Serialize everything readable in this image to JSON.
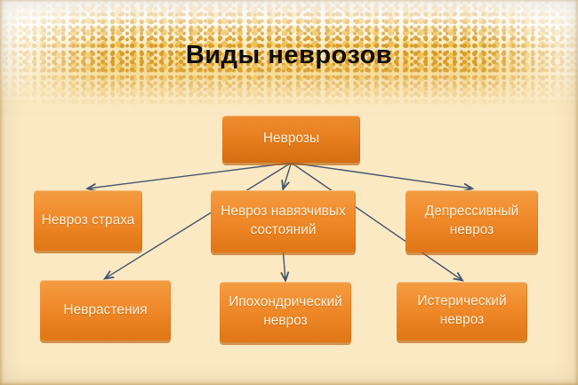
{
  "title": "Виды неврозов",
  "colors": {
    "arrow": "#44546a",
    "node_text": "#faf0da",
    "background_cream": "#fbe9c4",
    "box_orange_top": "#f59d42",
    "box_orange_bottom": "#e07616",
    "foam_gold": "#e2a93e"
  },
  "diagram": {
    "nodes": {
      "root": {
        "label": "Неврозы"
      },
      "fear": {
        "label": "Невроз страха"
      },
      "obsessive": {
        "label": "Невроз навязчивых состояний"
      },
      "depressive": {
        "label": "Депрессивный невроз"
      },
      "neurasthenia": {
        "label": "Неврастения"
      },
      "hypochondriac": {
        "label": "Ипохондрический невроз"
      },
      "hysterical": {
        "label": "Истерический невроз"
      }
    },
    "edges": [
      {
        "from": "root",
        "to": "fear"
      },
      {
        "from": "root",
        "to": "neurasthenia"
      },
      {
        "from": "root",
        "to": "obsessive"
      },
      {
        "from": "root",
        "to": "hysterical"
      },
      {
        "from": "root",
        "to": "depressive"
      },
      {
        "from": "obsessive",
        "to": "hypochondriac"
      }
    ]
  }
}
